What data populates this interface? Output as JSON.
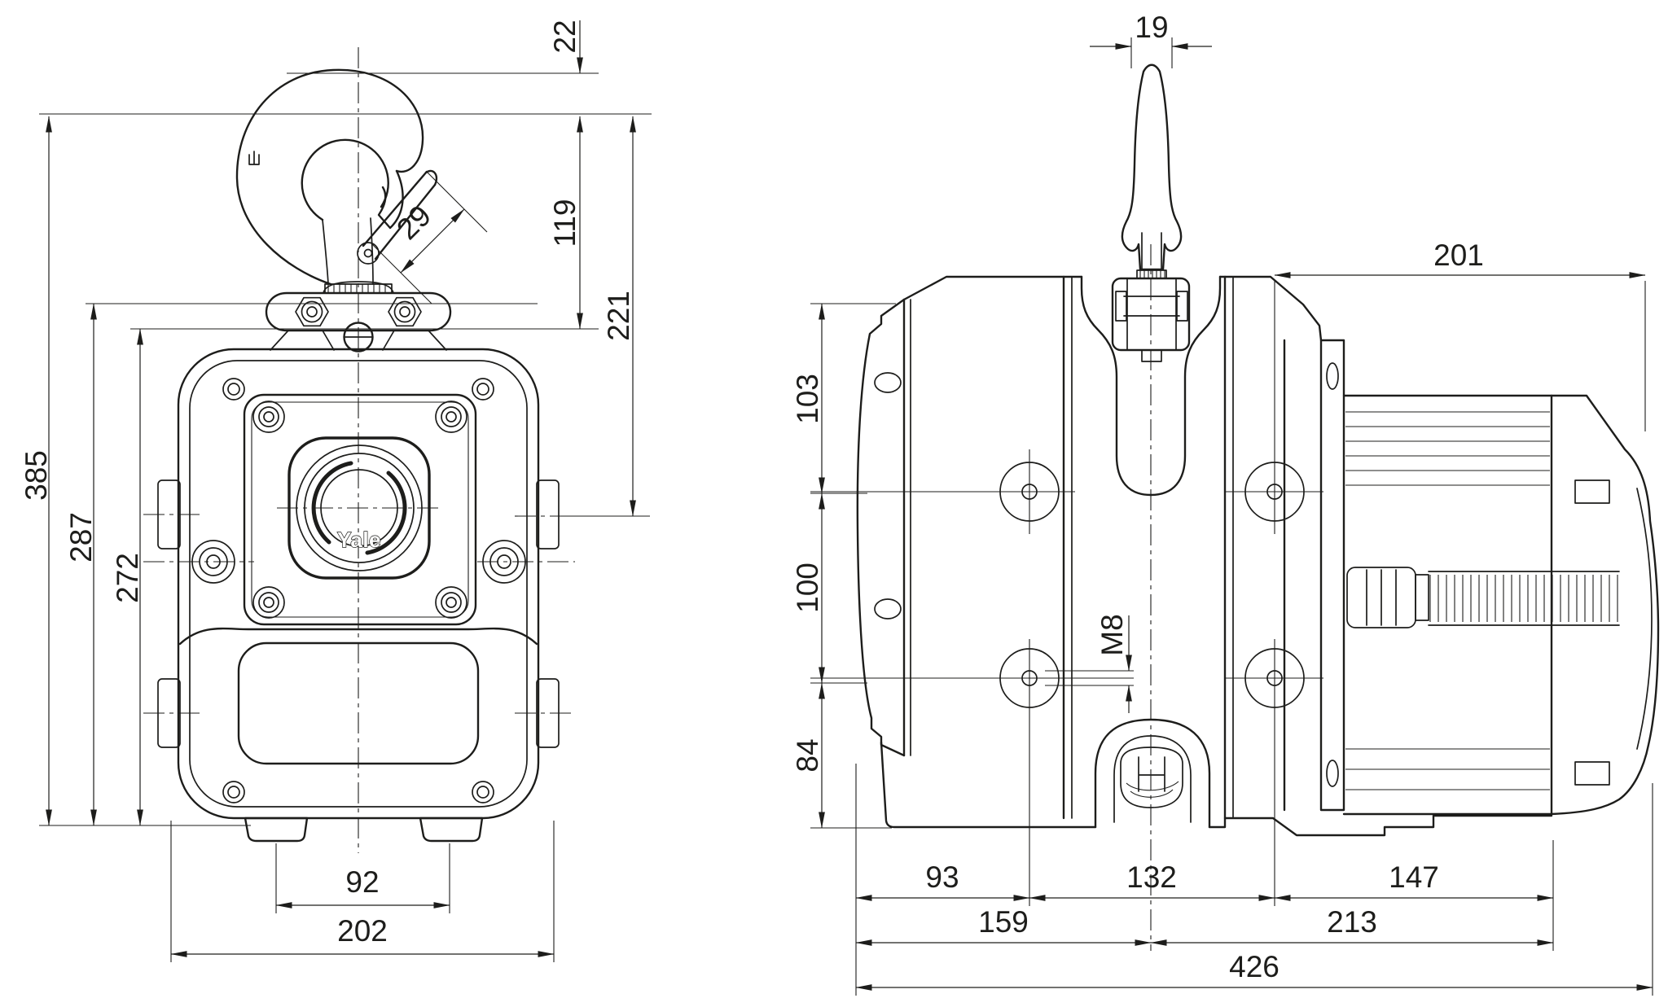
{
  "drawing": {
    "background": "#ffffff",
    "ink": "#1d1d1b",
    "logo": "Yale",
    "front_view": {
      "dims": {
        "d22": "22",
        "d119": "119",
        "d221": "221",
        "d29": "29",
        "d385": "385",
        "d287": "287",
        "d272": "272",
        "d92": "92",
        "d202": "202"
      }
    },
    "side_view": {
      "dims": {
        "d19": "19",
        "d201": "201",
        "d103": "103",
        "d100": "100",
        "d84": "84",
        "dM8": "M8",
        "d93": "93",
        "d132": "132",
        "d147": "147",
        "d159": "159",
        "d213": "213",
        "d426": "426"
      }
    }
  }
}
